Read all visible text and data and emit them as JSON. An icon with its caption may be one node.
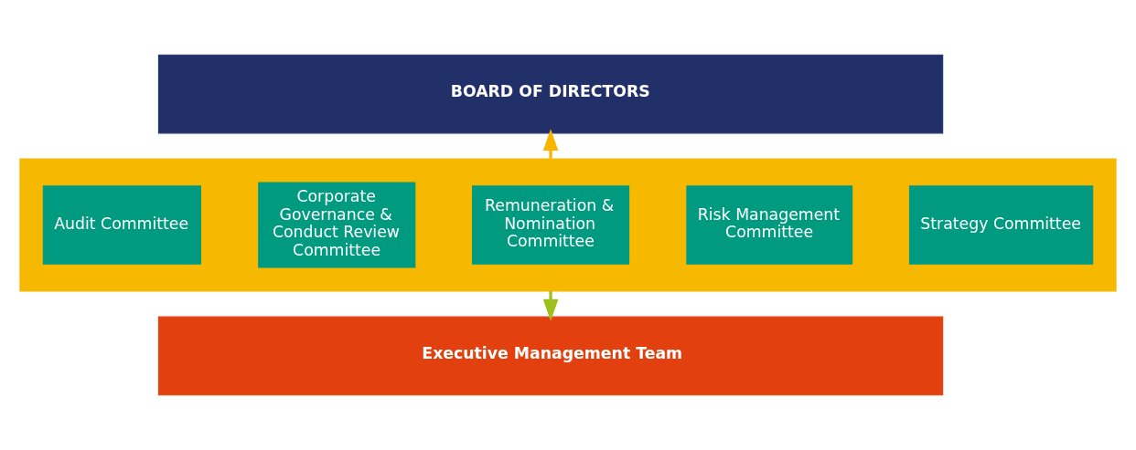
{
  "diagram": {
    "nodes": [
      {
        "text": [
          "BOARD OF DIRECTORS"
        ]
      },
      {
        "text": [],
        "shape": "box"
      },
      {
        "text": [
          "Audit Committee"
        ],
        "in": 1
      },
      {
        "text": [
          "Corporate Governance & Conduct Review Committee"
        ],
        "in": 1
      },
      {
        "text": [
          "Remuneration & Nomination Committee"
        ],
        "in": 1
      },
      {
        "text": [
          "Risk Management Committee"
        ],
        "in": 1
      },
      {
        "text": [
          "Strategy Committee"
        ],
        "in": 1
      },
      {
        "text": [
          "Executive Management Team"
        ]
      }
    ],
    "edges": [
      {
        "from": 1,
        "to": 0,
        "arrow": "to",
        "color": "#f7b500"
      },
      {
        "from": 1,
        "to": 7,
        "arrow": "to",
        "color": "#9dc01c"
      }
    ]
  }
}
